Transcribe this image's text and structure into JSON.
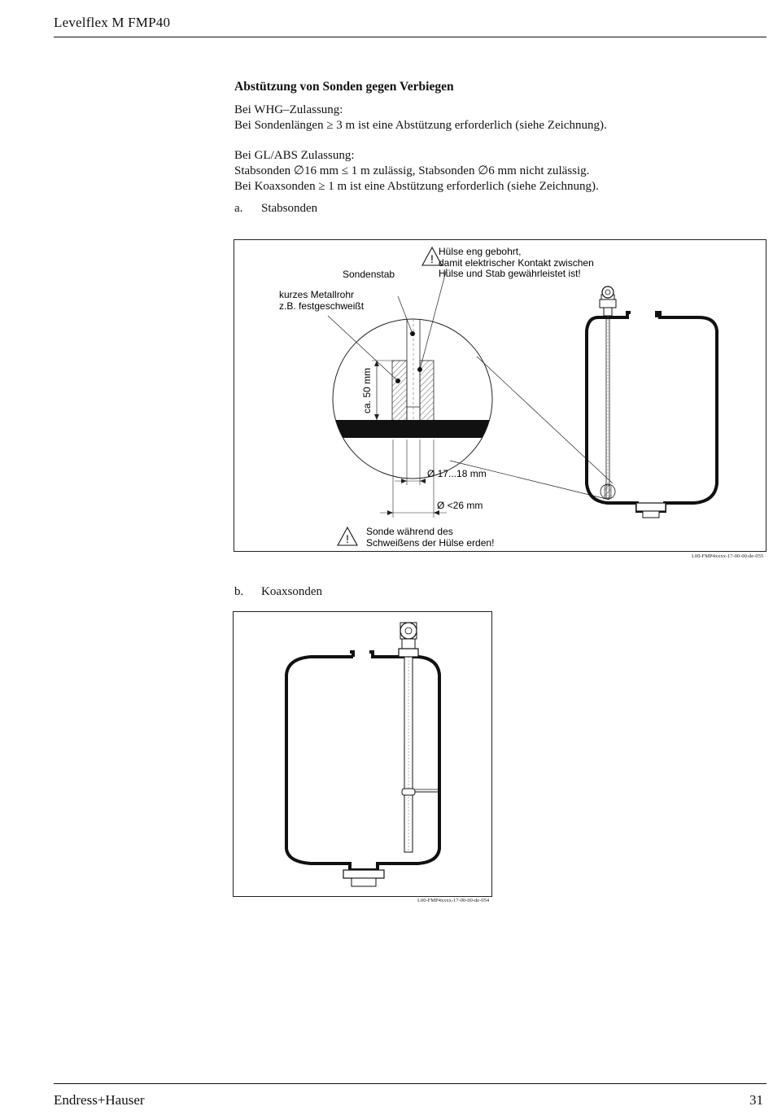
{
  "header": {
    "title": "Levelflex M FMP40"
  },
  "footer": {
    "brand": "Endress+Hauser",
    "page_number": "31"
  },
  "section": {
    "title": "Abstützung von Sonden gegen Verbiegen",
    "whg_label": "Bei WHG–Zulassung:",
    "whg_text": "Bei Sondenlängen ≥ 3 m ist eine Abstützung erforderlich (siehe Zeichnung).",
    "gl_label": "Bei GL/ABS Zulassung:",
    "gl_text1": "Stabsonden ∅16 mm ≤ 1 m zulässig, Stabsonden ∅6 mm nicht zulässig.",
    "gl_text2": "Bei Koaxsonden ≥ 1 m ist eine Abstützung erforderlich (siehe Zeichnung)."
  },
  "list": {
    "a_marker": "a.",
    "a_label": "Stabsonden",
    "b_marker": "b.",
    "b_label": "Koaxsonden"
  },
  "figure_a": {
    "warning_top_l1": "Hülse eng gebohrt,",
    "warning_top_l2": "damit elektrischer Kontakt zwischen",
    "warning_top_l3": "Hülse und Stab gewährleistet ist!",
    "label_sondenstab": "Sondenstab",
    "label_rohr_l1": "kurzes Metallrohr",
    "label_rohr_l2": "z.B. festgeschweißt",
    "dim_height": "ca. 50 mm",
    "dim_inner": "Ø 17...18 mm",
    "dim_outer": "Ø <26 mm",
    "warning_bottom_l1": "Sonde während des",
    "warning_bottom_l2": "Schweißens der Hülse erden!",
    "warning_symbol": "!",
    "figure_id": "L00-FMP4xxxx-17-00-00-de-055"
  },
  "figure_b": {
    "figure_id": "L00-FMP4xxxx-17-00-00-de-054"
  }
}
